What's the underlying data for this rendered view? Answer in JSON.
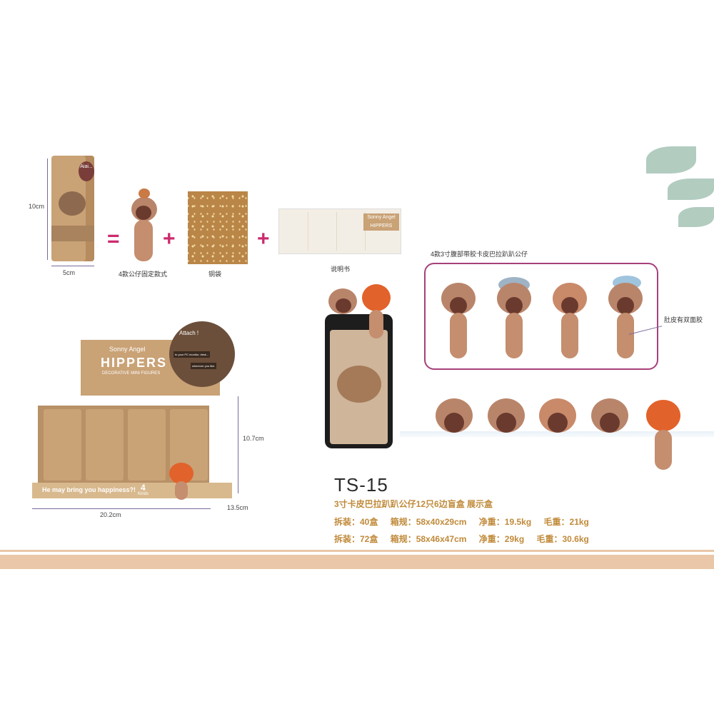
{
  "single_box": {
    "height_label": "10cm",
    "width_label": "5cm",
    "badge_text": "Aiai..."
  },
  "equation": {
    "equals": "=",
    "plus_1": "+",
    "plus_2": "+",
    "figure_caption": "4款公仔固定款式",
    "bag_caption": "铜袋",
    "manual_caption": "说明书",
    "manual_brand": "Sonny Angel HIPPERS"
  },
  "display_box": {
    "brand_line1": "Sonny Angel",
    "brand_line2": "HIPPERS",
    "tagline": "DECORATIVE MINI FIGURES",
    "attach_label": "Attach !",
    "bubble_1": "to your PC monitor, desk...",
    "bubble_2": "wherever you like.",
    "slogan": "He may bring you happiness?!",
    "kinds_number": "4",
    "kinds_label": "Kinds",
    "height_label": "10.7cm",
    "depth_label": "13.5cm",
    "width_label": "20.2cm"
  },
  "variants": {
    "heading": "4款3寸腹部带胶卡皮巴拉趴趴公仔",
    "note": "肚皮有双面胶"
  },
  "product": {
    "model": "TS-15",
    "title": "3寸卡皮巴拉趴趴公仔12只6边盲盒 展示盒",
    "spec_1": {
      "packing": "拆装：40盒",
      "carton": "箱规：58x40x29cm",
      "net": "净重：19.5kg",
      "gross": "毛重：21kg"
    },
    "spec_2": {
      "packing": "拆装：72盒",
      "carton": "箱规：58x46x47cm",
      "net": "净重：29kg",
      "gross": "毛重：30.6kg"
    }
  },
  "colors": {
    "accent_pink": "#cc2b6e",
    "frame": "#a8407a",
    "box_tan": "#c9a276",
    "text_gold": "#c08a3a",
    "stripe_peach": "#e9c7a8"
  }
}
